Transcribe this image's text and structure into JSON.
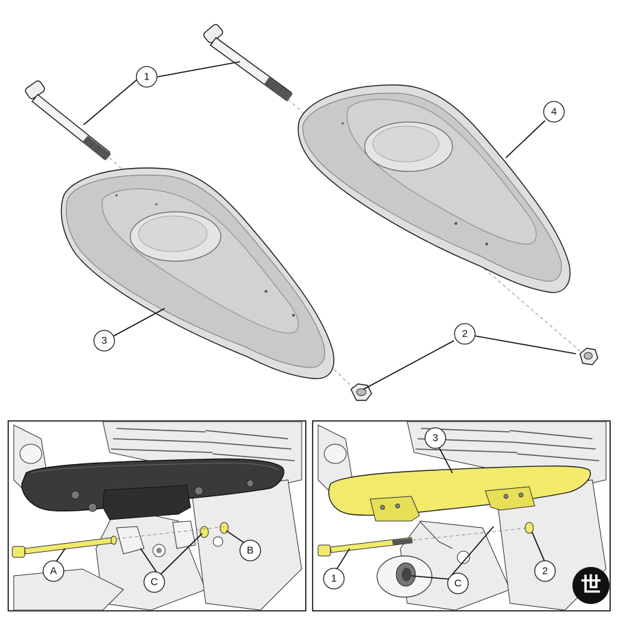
{
  "callouts_top": {
    "c1": "1",
    "c2": "2",
    "c3": "3",
    "c4": "4"
  },
  "panel_left": {
    "a": "A",
    "b": "B",
    "c": "C"
  },
  "panel_right": {
    "c1": "1",
    "c2": "2",
    "c3": "3",
    "cc": "C"
  },
  "logo": {
    "glyph": "世"
  },
  "colors": {
    "highlight": "#f2ea6a",
    "footboard_fill": "#d6d6d6",
    "footboard_top": "#c8c8c8",
    "dark_part": "#3a3a3a"
  }
}
